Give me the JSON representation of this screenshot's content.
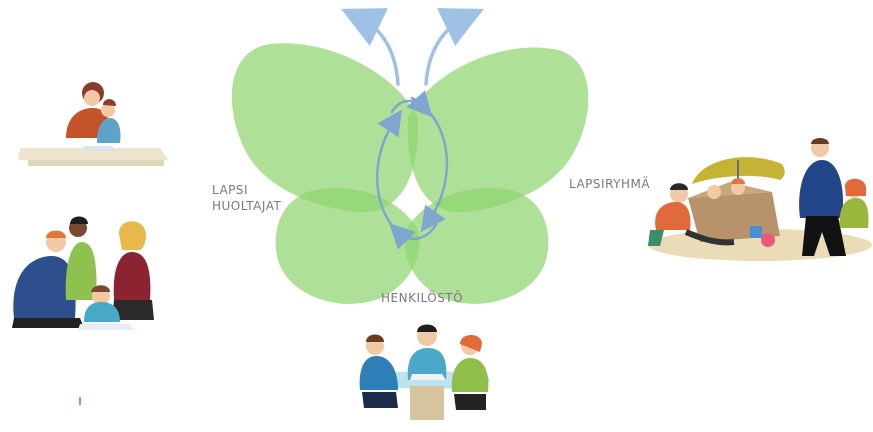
{
  "labels": {
    "lapsi": "LAPSI",
    "huoltajat": "HUOLTAJAT",
    "lapsiryhma": "LAPSIRYHMÄ",
    "henkilosto": "HENKILÖSTÖ"
  },
  "colors": {
    "petal": "#8fd46f",
    "overlap": "#6fc04f",
    "arrow": "#7ea6cf",
    "arrow_head": "#9fc1e6",
    "label": "#7a7a7a"
  },
  "illustrations": [
    "parent-and-child-reading-illustration",
    "family-reading-together-illustration",
    "children-playing-with-teacher-illustration",
    "staff-meeting-at-table-illustration"
  ]
}
